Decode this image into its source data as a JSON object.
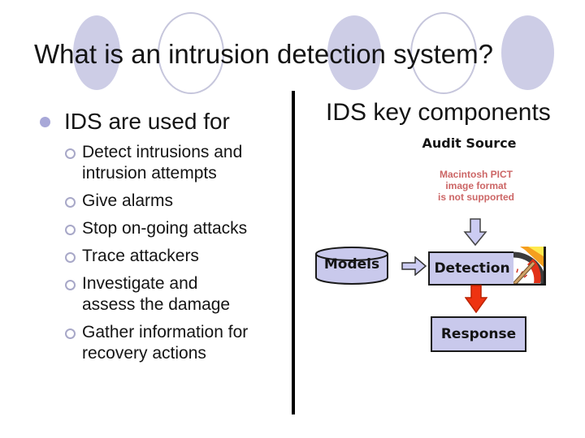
{
  "title": "What is an intrusion detection system?",
  "left_panel": {
    "bullet": "IDS are used for",
    "sub_bullets": [
      "Detect intrusions and intrusion attempts",
      "Give alarms",
      "Stop on-going attacks",
      "Trace attackers",
      "Investigate and assess the damage",
      "Gather information for recovery actions"
    ]
  },
  "right_panel": {
    "heading": "IDS key components",
    "audit_source_label": "Audit Source",
    "pict_placeholder_lines": [
      "Macintosh PICT",
      "image format",
      "is not supported"
    ],
    "diagram": {
      "models_label": "Models",
      "detection_label": "Detection",
      "response_label": "Response"
    }
  },
  "colors": {
    "decor_circle_fill": "#cdcde6",
    "decor_circle_outline": "#c6c6dc",
    "shape_fill": "#c9c9ec",
    "shape_border": "#1a1a1a",
    "red_arrow": "#ee3311",
    "pict_text": "#cc6666",
    "bullet_fill": "#a8a8d8",
    "divider": "#000000"
  }
}
